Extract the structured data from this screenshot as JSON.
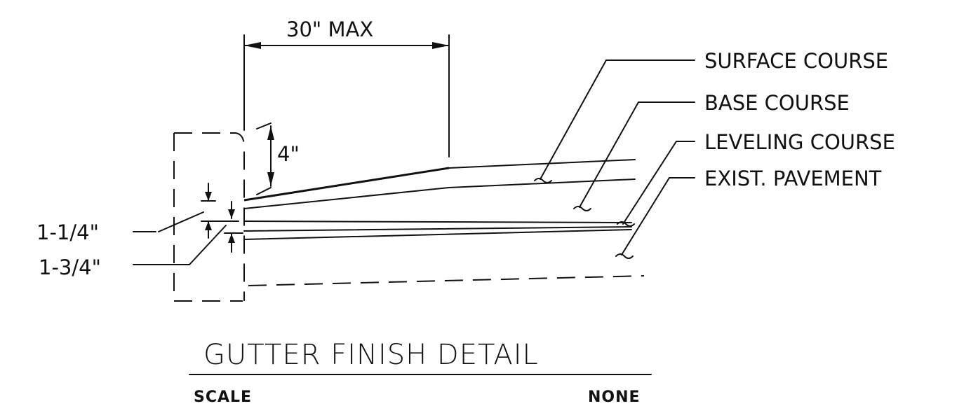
{
  "dimensions": {
    "max_width": "30\" MAX",
    "curb_drop": "4\"",
    "upper_thickness": "1-1/4\"",
    "lower_thickness": "1-3/4\""
  },
  "callouts": {
    "surface_course": "SURFACE COURSE",
    "base_course": "BASE COURSE",
    "leveling_course": "LEVELING COURSE",
    "existing_pavement": "EXIST. PAVEMENT"
  },
  "title_block": {
    "title": "GUTTER FINISH DETAIL",
    "scale_label": "SCALE",
    "scale_value": "NONE"
  }
}
